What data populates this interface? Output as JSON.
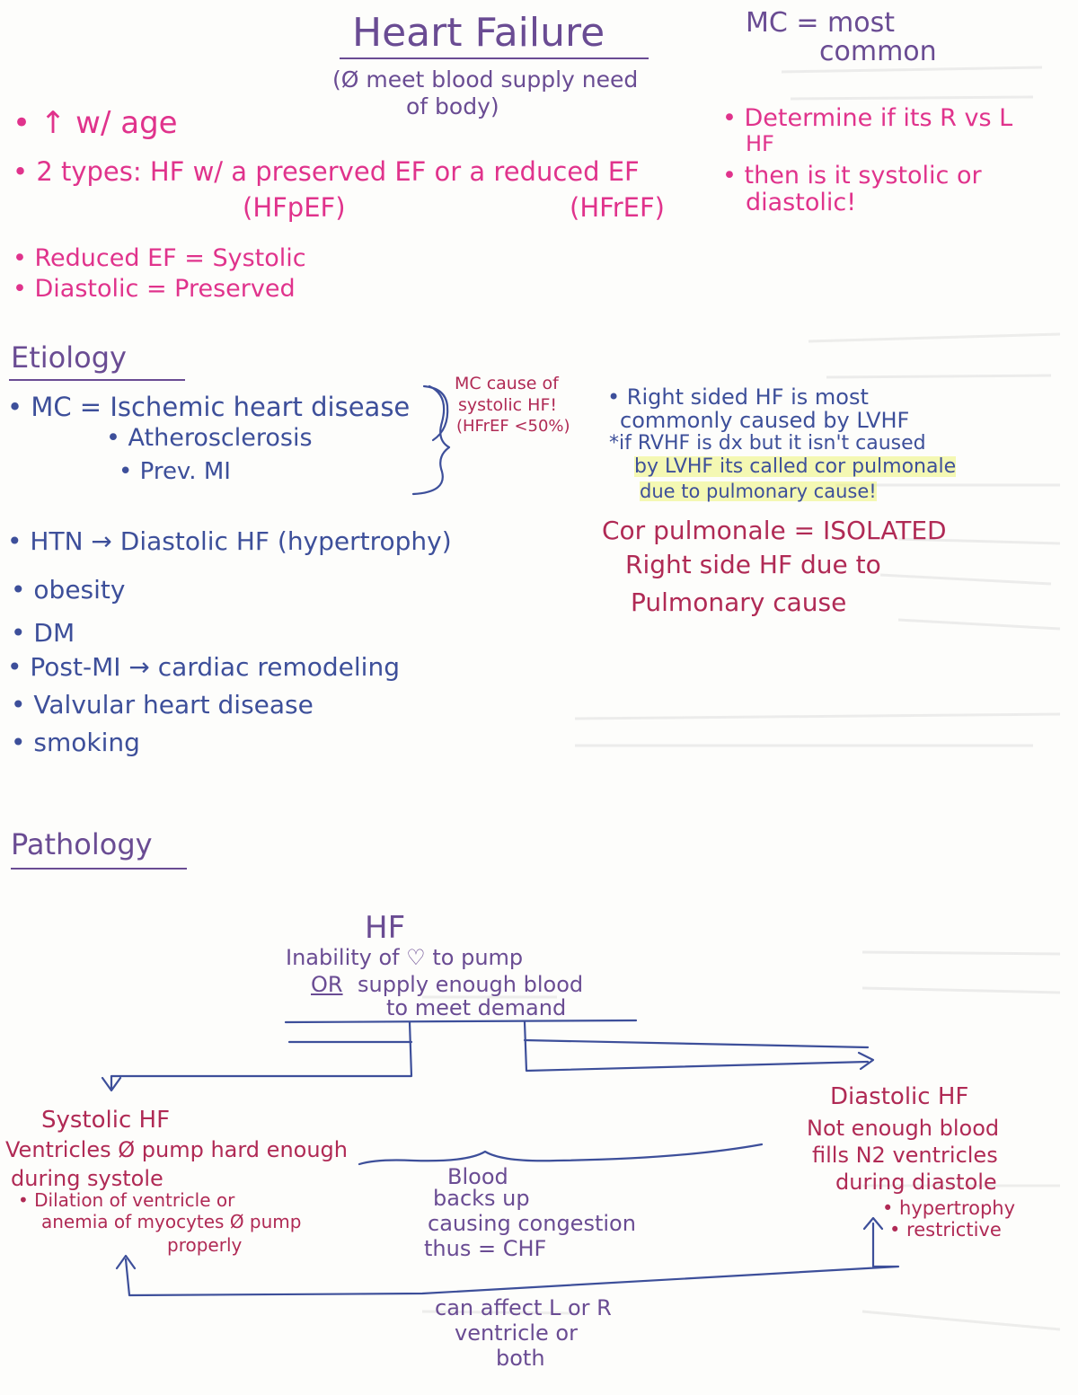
{
  "header": {
    "title": "Heart Failure",
    "subtitle_line1": "(Ø meet blood supply need",
    "subtitle_line2": "of body)",
    "abbrev_line1": "MC = most",
    "abbrev_line2": "common"
  },
  "intro": {
    "age": "• ↑ w/ age",
    "types_line": "• 2 types: HF w/ a preserved EF  or  a reduced EF",
    "hfpef": "(HFpEF)",
    "hfref": "(HFrEF)",
    "reduced": "• Reduced EF = Systolic",
    "diastolic": "• Diastolic  = Preserved"
  },
  "determine": {
    "line1": "• Determine if its R vs L",
    "line2": "HF",
    "line3": "• then is it systolic or",
    "line4": "diastolic!"
  },
  "etiology": {
    "heading": "Etiology",
    "mc": "• MC = Ischemic heart disease",
    "athero": "• Atherosclerosis",
    "prev_mi": "• Prev. MI",
    "mc_cause_line1": "MC cause of",
    "mc_cause_line2": "systolic HF!",
    "mc_cause_line3": "(HFrEF <50%)",
    "right_line1": "• Right sided HF is most",
    "right_line2": "commonly caused by LVHF",
    "right_line3": "*if RVHF is dx but it isn't caused",
    "right_line4": "by LVHF its called cor pulmonale",
    "right_line5": "due to pulmonary cause!",
    "cor_line1": "Cor pulmonale = ISOLATED",
    "cor_line2": "Right side HF due to",
    "cor_line3": "Pulmonary cause",
    "htn": "• HTN → Diastolic HF (hypertrophy)",
    "obesity": "• obesity",
    "dm": "• DM",
    "post_mi": "• Post-MI → cardiac remodeling",
    "valvular": "• Valvular heart disease",
    "smoking": "• smoking"
  },
  "pathology": {
    "heading": "Pathology",
    "hf_title": "HF",
    "hf_line1": "Inability of ♡ to pump",
    "hf_or": "OR",
    "hf_line2": "supply enough blood",
    "hf_line3": "to meet demand",
    "systolic_title": "Systolic HF",
    "systolic_line1": "Ventricles Ø pump hard enough",
    "systolic_line2": "during systole",
    "systolic_line3": "• Dilation of ventricle or",
    "systolic_line4": "anemia of myocytes Ø pump",
    "systolic_line5": "properly",
    "diastolic_title": "Diastolic HF",
    "diastolic_line1": "Not enough blood",
    "diastolic_line2": "fills N2 ventricles",
    "diastolic_line3": "during diastole",
    "diastolic_line4": "• hypertrophy",
    "diastolic_line5": "• restrictive",
    "blood_line1": "Blood",
    "blood_line2": "backs up",
    "blood_line3": "causing congestion",
    "blood_line4": "thus = CHF",
    "affect_line1": "can affect L or R",
    "affect_line2": "ventricle or",
    "affect_line3": "both"
  }
}
